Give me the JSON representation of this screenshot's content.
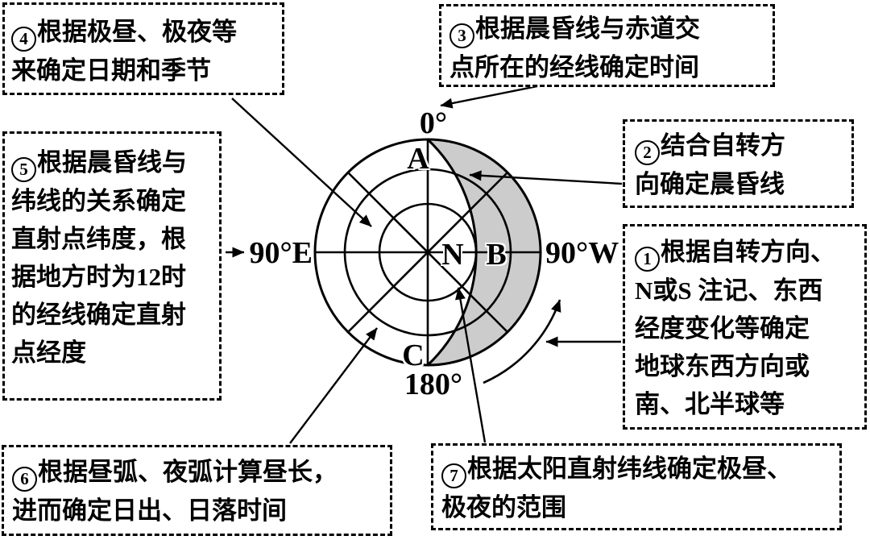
{
  "colors": {
    "ink": "#000000",
    "bg": "#ffffff",
    "shade": "#cccccc"
  },
  "callouts": [
    {
      "digit": "1",
      "text": "根据自转方向、\nN或S 注记、东西\n经度变化等确定\n地球东西方向或\n南、北半球等"
    },
    {
      "digit": "2",
      "text": "结合自转方\n向确定晨昏线"
    },
    {
      "digit": "3",
      "text": "根据晨昏线与赤道交\n点所在的经线确定时间"
    },
    {
      "digit": "4",
      "text": "根据极昼、极夜等\n来确定日期和季节"
    },
    {
      "digit": "5",
      "text": "根据晨昏线与\n纬线的关系确定\n直射点纬度，根\n据地方时为12时\n的经线确定直射\n点经度"
    },
    {
      "digit": "6",
      "text": "根据昼弧、夜弧计算昼长，\n进而确定日出、日落时间"
    },
    {
      "digit": "7",
      "text": "根据太阳直射纬线确定极昼、\n极夜的范围"
    }
  ],
  "diagram": {
    "labels": {
      "top_meridian": "0°",
      "bottom_meridian": "180°",
      "left_meridian": "90°E",
      "right_meridian": "90°W",
      "point_a": "A",
      "point_b": "B",
      "point_c": "C",
      "pole": "N"
    }
  }
}
